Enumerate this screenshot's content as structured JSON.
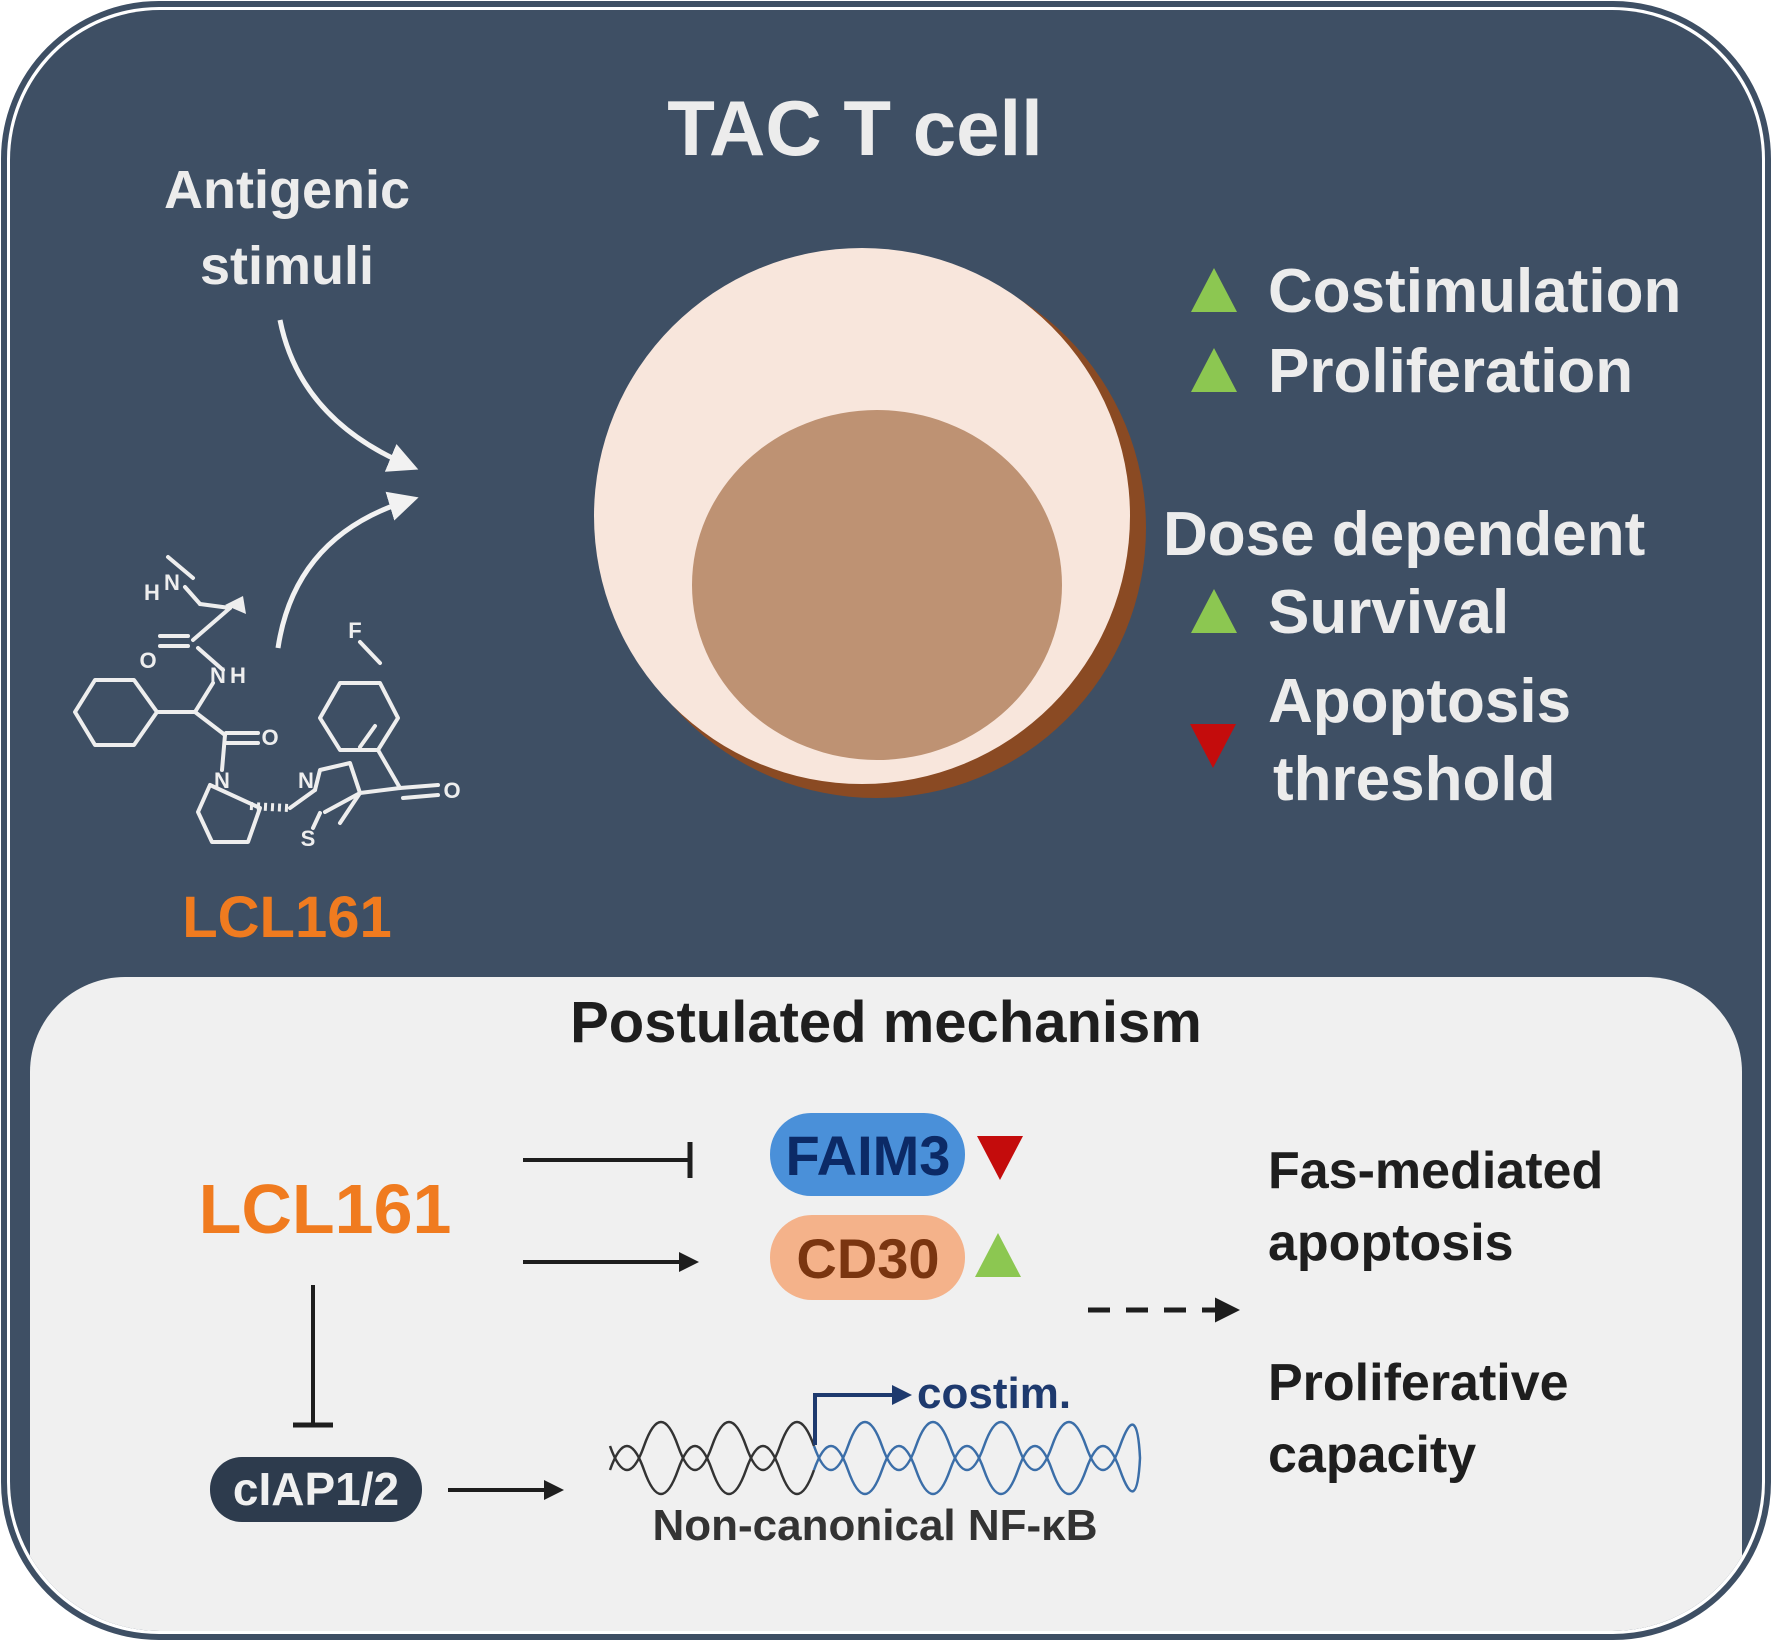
{
  "top_panel": {
    "title": "TAC T cell",
    "antigen_line1": "Antigenic",
    "antigen_line2": "stimuli",
    "drug_name": "LCL161",
    "molecule_atoms": {
      "n_methyl": "N",
      "h_methyl": "H",
      "o_amide1": "O",
      "n_amide": "N",
      "h_amide": "H",
      "o_amide2": "O",
      "n_pyrrolidine": "N",
      "n_thiazole": "N",
      "s_thiazole": "S",
      "o_ketone": "O",
      "fluorine": "F"
    },
    "effects": [
      {
        "label": "Costimulation",
        "direction": "up"
      },
      {
        "label": "Proliferation",
        "direction": "up"
      }
    ],
    "dose_heading": "Dose dependent",
    "dose_effects": [
      {
        "label": "Survival",
        "direction": "up"
      },
      {
        "label_line1": "Apoptosis",
        "label_line2": "threshold",
        "direction": "down"
      }
    ]
  },
  "bottom_panel": {
    "title": "Postulated mechanism",
    "drug_name": "LCL161",
    "faim3": "FAIM3",
    "cd30": "CD30",
    "ciap": "cIAP1/2",
    "costim": "costim.",
    "nfkb": "Non-canonical NF-κB",
    "outcome1_line1": "Fas-mediated",
    "outcome1_line2": "apoptosis",
    "outcome2_line1": "Proliferative",
    "outcome2_line2": "capacity"
  },
  "colors": {
    "panel_dark": "#3e4f64",
    "panel_light": "#f0f0f0",
    "orange": "#f07b1f",
    "up_green": "#8cc751",
    "down_red": "#c40c0c",
    "cell_cytoplasm": "#f8e6dc",
    "cell_nucleus": "#be9273",
    "cell_shadow": "#8a4a23",
    "faim3_fill": "#4a90d9",
    "faim3_text": "#0c2a66",
    "cd30_fill": "#f4b28a",
    "cd30_text": "#7a3510",
    "navy": "#1e3a6e",
    "dna_blue": "#3b6ea8"
  }
}
